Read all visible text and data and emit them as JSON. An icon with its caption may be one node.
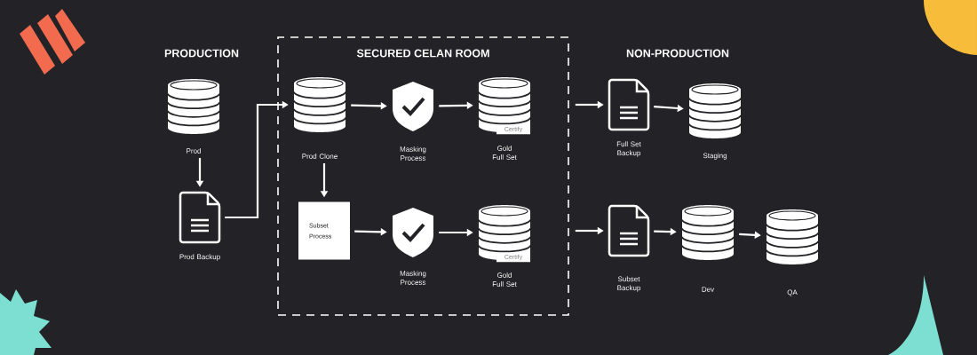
{
  "diagram": {
    "nodes": [
      {
        "text": [
          "SECURED CELAN ROOM"
        ]
      },
      {
        "text": [
          "Prod"
        ]
      },
      {
        "text": [
          "Prod Backup"
        ]
      },
      {
        "text": [
          "Prod Clone"
        ],
        "in": 0
      },
      {
        "text": [
          "Masking Process"
        ],
        "in": 0
      },
      {
        "text": [
          "Certify",
          "Gold Full Set"
        ],
        "in": 0
      },
      {
        "text": [
          "Subset Process"
        ],
        "in": 0
      },
      {
        "text": [
          "Masking Process"
        ],
        "in": 0
      },
      {
        "text": [
          "Certify",
          "Gold Full Set"
        ],
        "in": 0
      },
      {
        "text": [
          "Full Set Backup"
        ]
      },
      {
        "text": [
          "Staging"
        ]
      },
      {
        "text": [
          "Subset Backup"
        ]
      },
      {
        "text": [
          "Dev"
        ]
      },
      {
        "text": [
          "QA"
        ]
      }
    ],
    "edges": [
      {
        "from": 1,
        "to": 2,
        "arrow": "to"
      },
      {
        "from": 2,
        "to": 3,
        "arrow": "to"
      },
      {
        "from": 3,
        "to": 4,
        "arrow": "to"
      },
      {
        "from": 4,
        "to": 5,
        "arrow": "to"
      },
      {
        "from": 3,
        "to": 6,
        "arrow": "to"
      },
      {
        "from": 6,
        "to": 7,
        "arrow": "to"
      },
      {
        "from": 7,
        "to": 8,
        "arrow": "to"
      },
      {
        "from": 0,
        "to": 9,
        "arrow": "to"
      },
      {
        "from": 9,
        "to": 10,
        "arrow": "to"
      },
      {
        "from": 0,
        "to": 11,
        "arrow": "to"
      },
      {
        "from": 11,
        "to": 12,
        "arrow": "to"
      },
      {
        "from": 12,
        "to": 13,
        "arrow": "to"
      }
    ],
    "labels": [
      "PRODUCTION",
      "NON-PRODUCTION"
    ]
  }
}
